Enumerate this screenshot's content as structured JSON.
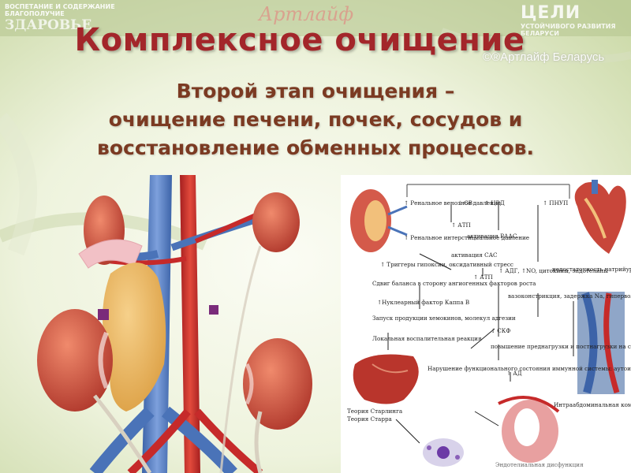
{
  "logo_left": {
    "small_text": "ВОСПЕТАНИЕ И СОДЕРЖАНИЕ БЛАГОПОЛУЧИЕ",
    "big_text": "ЗДАРОВЬЕ"
  },
  "logo_center": "Артлайф",
  "logo_right": {
    "big_text": "ЦЕЛИ",
    "small_text": "УСТОЙЧИВОГО РАЗВИТИЯ БЕЛАРУСИ"
  },
  "watermark": "©®Артлайф Беларусь",
  "title": "Комплексное очищение",
  "subtitle_lines": [
    "Второй этап очищения –",
    "очищение печени, почек, сосудов и",
    "восстановление обменных процессов."
  ],
  "diagram": {
    "labels": {
      "renal_venous": "↑ Ренальное венозное давление",
      "sv": "↓ СВ",
      "cvd": "↑ ЦВД",
      "pnup": "↑ ПНУП",
      "atp1": "↑ АТП",
      "renal_interstitial": "↑ Ренальное интерстициальное давление",
      "raas": "активация РААС",
      "sas": "активация САС",
      "triggers": "↑ Триггеры гипоксии, оксидативный стресс",
      "atp2": "↑ АТП",
      "adg": "↑ АДГ, ↑NO, цитокины, эндотелины",
      "natriuretic": "недостаточность натрийуретического ответа",
      "balance": "Сдвиг баланса в сторону ангиогенных факторов роста",
      "nfkb": "↑Нуклеарный фактор Каппа В",
      "vasoconstriction": "вазоконстрикция, задержка Na, гиперволемия",
      "chemokines": "Запуск продукции хемокинов, молекул адгезии",
      "skf": "↓ СКФ",
      "local": "Локальная воспалительная реакция",
      "preload": "повышение преднагрузки и постнагрузки на сердце",
      "immune": "Нарушение функционального состояния иммунной системы: аутоиммунный процесс повреждения тканей плаценты, мозга, печени, почек",
      "ad": "↑ АД",
      "intraabdominal": "Интраабдоминальная компрессия почечно-мезентериальных Сосудов кардиоваскулярная дезадаптация",
      "theory1": "Теория Старлинга",
      "theory2": "Теория Старра",
      "endothelial": "Эндотелиальная дисфункция"
    }
  },
  "colors": {
    "title": "#a3262a",
    "subtitle": "#7b3a22",
    "background": "#dfe8c8",
    "artery": "#c62a2a",
    "vein": "#4a73b8",
    "kidney": "#c7503c",
    "pancreas": "#e9b65c"
  }
}
